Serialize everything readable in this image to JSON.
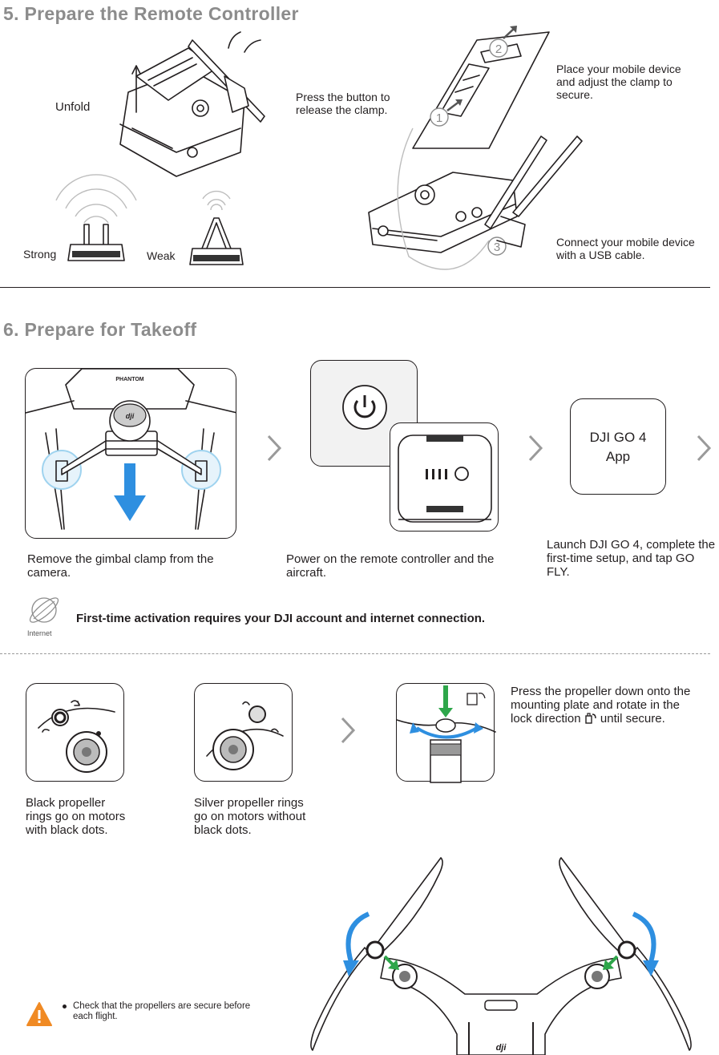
{
  "section5": {
    "title": "5. Prepare the Remote Controller",
    "unfold": "Unfold",
    "strong": "Strong",
    "weak": "Weak",
    "press_button": "Press the button to release the clamp.",
    "place_device": "Place your mobile device and adjust the clamp to secure.",
    "connect_usb": "Connect your mobile device with a USB cable.",
    "step_numbers": [
      "1",
      "2",
      "3"
    ]
  },
  "section6": {
    "title": "6. Prepare for Takeoff",
    "remove_gimbal": "Remove the gimbal clamp from the camera.",
    "power_on": "Power on the remote controller and the aircraft.",
    "app_name": "DJI GO 4",
    "app_label": "App",
    "launch_app": "Launch DJI GO 4, complete the first-time setup, and tap GO FLY.",
    "internet_label": "Internet",
    "activation_note": "First-time activation requires your DJI account and internet connection.",
    "black_propeller": "Black propeller rings go on motors with black dots.",
    "silver_propeller": "Silver propeller rings go on motors without black dots.",
    "press_propeller": "Press the propeller down onto the mounting plate and rotate in the lock direction",
    "until_secure": "until secure.",
    "warning": "Check that the propellers are secure before each flight.",
    "brand_top": "PHANTOM",
    "brand_logo": "dji"
  }
}
